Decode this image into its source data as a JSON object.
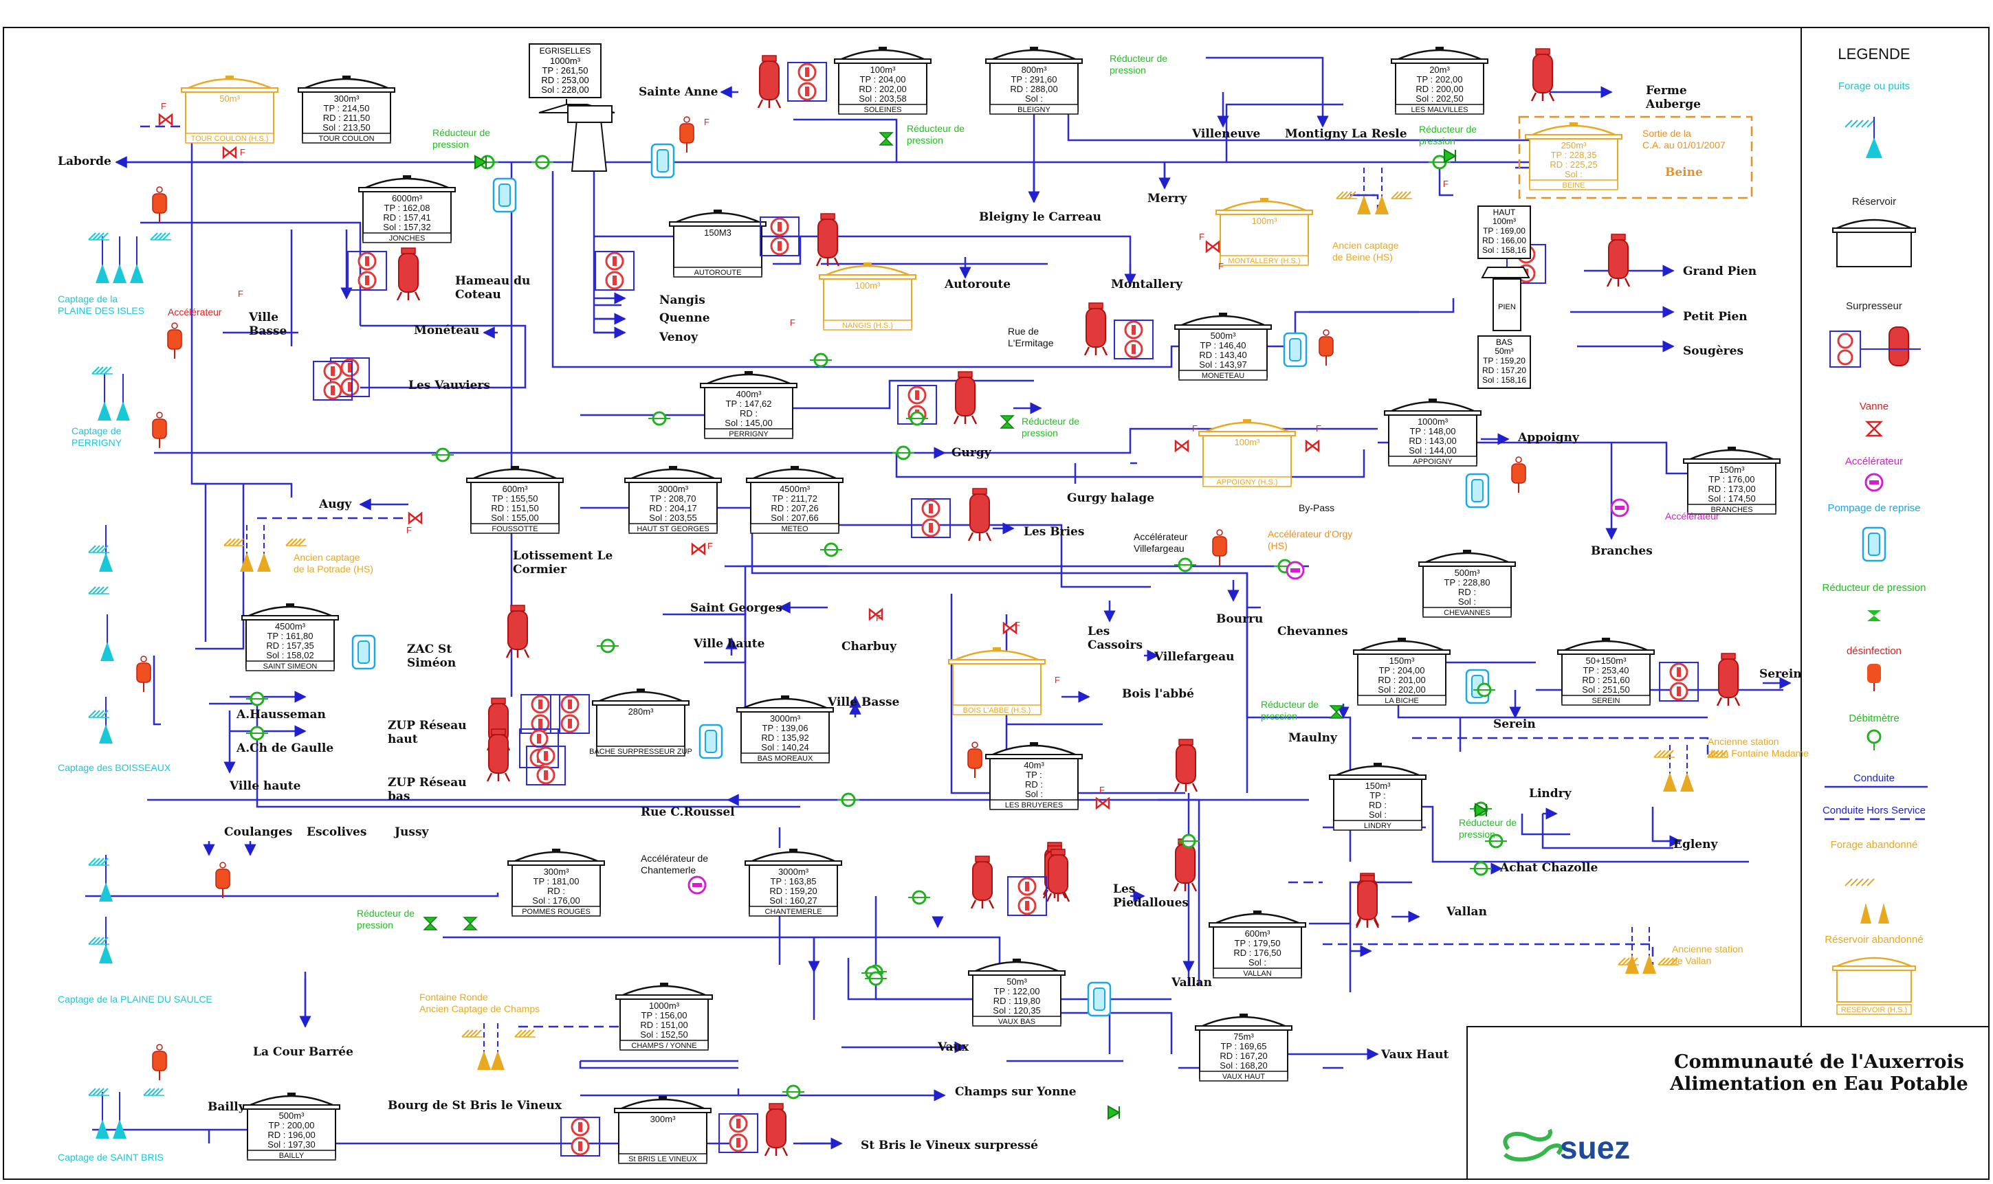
{
  "legend": {
    "title": "LEGENDE",
    "items": [
      {
        "label": "Forage ou puits",
        "color": "#19c8d8",
        "icon": "forage-icon"
      },
      {
        "label": "Réservoir",
        "color": "#222222",
        "icon": "reservoir-icon"
      },
      {
        "label": "Surpresseur",
        "color": "#222222",
        "icon": "pump-icon"
      },
      {
        "label": "Vanne",
        "color": "#e02020",
        "icon": "valve-icon"
      },
      {
        "label": "Accélérateur",
        "color": "#d020d0",
        "icon": "accelerator-icon"
      },
      {
        "label": "Pompage de reprise",
        "color": "#19a8e8",
        "icon": "reprise-pump-icon"
      },
      {
        "label": "Réducteur de pression",
        "color": "#20c020",
        "icon": "reducer-icon"
      },
      {
        "label": "désinfection",
        "color": "#e02020",
        "icon": "disinfection-icon"
      },
      {
        "label": "Débitmètre",
        "color": "#20c020",
        "icon": "flowmeter-icon"
      },
      {
        "label": "Conduite",
        "color": "#2020d0",
        "icon": "pipe-icon"
      },
      {
        "label": "Conduite Hors Service",
        "color": "#2020d0",
        "icon": "dashed-pipe-icon"
      },
      {
        "label": "Forage abandonné",
        "color": "#e8a820",
        "icon": "abandoned-well-icon"
      },
      {
        "label": "Réservoir abandonné",
        "color": "#e8a820",
        "icon": "abandoned-reservoir-icon"
      }
    ],
    "reservoir_hs_label": "RESERVOIR (H.S.)"
  },
  "title_block": {
    "line1": "Communauté de l'Auxerrois",
    "line2": "Alimentation en Eau Potable",
    "logo_text": "suez"
  },
  "reservoirs": [
    {
      "id": "tour-coulon-hs",
      "name": "TOUR COULON (H.S.)",
      "cap": "50m³",
      "lines": [],
      "abandoned": true
    },
    {
      "id": "tour-coulon",
      "name": "TOUR COULON",
      "cap": "300m³",
      "lines": [
        "TP : 214,50",
        "RD : 211,50",
        "Sol : 213,50"
      ]
    },
    {
      "id": "jonches",
      "name": "JONCHES",
      "cap": "6000m³",
      "lines": [
        "TP : 162,08",
        "RD : 157,41",
        "Sol : 157,32"
      ]
    },
    {
      "id": "soleines",
      "name": "SOLEINES",
      "cap": "100m³",
      "lines": [
        "TP : 204,00",
        "RD : 202,00",
        "Sol : 203,58"
      ]
    },
    {
      "id": "bleigny",
      "name": "BLEIGNY",
      "cap": "800m³",
      "lines": [
        "TP : 291,60",
        "RD : 288,00",
        "Sol :"
      ]
    },
    {
      "id": "malvilles",
      "name": "LES MALVILLES",
      "cap": "20m³",
      "lines": [
        "TP : 202,00",
        "RD : 200,00",
        "Sol : 202,50"
      ]
    },
    {
      "id": "beine",
      "name": "BEINE",
      "cap": "250m³",
      "lines": [
        "TP : 228,35",
        "RD : 225,25",
        "Sol :"
      ],
      "abandoned": true
    },
    {
      "id": "autoroute",
      "name": "AUTOROUTE",
      "cap": "150M3",
      "lines": []
    },
    {
      "id": "nangis",
      "name": "NANGIS (H.S.)",
      "cap": "100m³",
      "lines": [],
      "abandoned": true
    },
    {
      "id": "montallery",
      "name": "MONTALLERY (H.S.)",
      "cap": "100m³",
      "lines": [],
      "abandoned": true
    },
    {
      "id": "moneteau",
      "name": "MONETEAU",
      "cap": "500m³",
      "lines": [
        "TP : 146,40",
        "RD : 143,40",
        "Sol : 143,97"
      ]
    },
    {
      "id": "perrigny",
      "name": "PERRIGNY",
      "cap": "400m³",
      "lines": [
        "TP : 147,62",
        "RD :",
        "Sol : 145,00"
      ]
    },
    {
      "id": "appoigny-hs",
      "name": "APPOIGNY (H.S.)",
      "cap": "100m³",
      "lines": [],
      "abandoned": true
    },
    {
      "id": "appoigny",
      "name": "APPOIGNY",
      "cap": "1000m³",
      "lines": [
        "TP : 148,00",
        "RD : 143,00",
        "Sol : 144,00"
      ]
    },
    {
      "id": "branches",
      "name": "BRANCHES",
      "cap": "150m³",
      "lines": [
        "TP : 176,00",
        "RD : 173,00",
        "Sol : 174,50"
      ]
    },
    {
      "id": "foussotte",
      "name": "FOUSSOTTE",
      "cap": "600m³",
      "lines": [
        "TP : 155,50",
        "RD : 151,50",
        "Sol : 155,00"
      ]
    },
    {
      "id": "haut-st-georges",
      "name": "HAUT ST GEORGES",
      "cap": "3000m³",
      "lines": [
        "TP : 208,70",
        "RD : 204,17",
        "Sol : 203,55"
      ]
    },
    {
      "id": "meteo",
      "name": "METEO",
      "cap": "4500m³",
      "lines": [
        "TP : 211,72",
        "RD : 207,26",
        "Sol : 207,66"
      ]
    },
    {
      "id": "chevannes",
      "name": "CHEVANNES",
      "cap": "500m³",
      "lines": [
        "TP : 228,80",
        "RD :",
        "Sol :"
      ]
    },
    {
      "id": "saint-simeon",
      "name": "SAINT SIMEON",
      "cap": "4500m³",
      "lines": [
        "TP : 161,80",
        "RD : 157,35",
        "Sol : 158,02"
      ]
    },
    {
      "id": "la-biche",
      "name": "LA BICHE",
      "cap": "150m³",
      "lines": [
        "TP : 204,00",
        "RD : 201,00",
        "Sol : 202,00"
      ]
    },
    {
      "id": "serein",
      "name": "SEREIN",
      "cap": "50+150m³",
      "lines": [
        "TP : 253,40",
        "RD : 251,60",
        "Sol : 251,50"
      ]
    },
    {
      "id": "bois-abbe",
      "name": "BOIS L'ABBE (H.S.)",
      "cap": "",
      "lines": [],
      "abandoned": true
    },
    {
      "id": "bas-moreaux",
      "name": "BAS MOREAUX",
      "cap": "3000m³",
      "lines": [
        "TP : 139,06",
        "RD : 135,92",
        "Sol : 140,24"
      ]
    },
    {
      "id": "bache",
      "name": "BACHE SURPRESSEUR ZUP",
      "cap": "280m³",
      "lines": []
    },
    {
      "id": "bruyeres",
      "name": "LES BRUYERES",
      "cap": "40m³",
      "lines": [
        "TP :",
        "RD :",
        "Sol :"
      ]
    },
    {
      "id": "lindry",
      "name": "LINDRY",
      "cap": "150m³",
      "lines": [
        "TP :",
        "RD :",
        "Sol :"
      ]
    },
    {
      "id": "pommes-rouges",
      "name": "POMMES ROUGES",
      "cap": "300m³",
      "lines": [
        "TP : 181,00",
        "RD :",
        "Sol : 176,00"
      ]
    },
    {
      "id": "chantemerle",
      "name": "CHANTEMERLE",
      "cap": "3000m³",
      "lines": [
        "TP : 163,85",
        "RD : 159,20",
        "Sol : 160,27"
      ]
    },
    {
      "id": "vallan",
      "name": "VALLAN",
      "cap": "600m³",
      "lines": [
        "TP : 179,50",
        "RD : 176,50",
        "Sol :"
      ]
    },
    {
      "id": "champs-yonne",
      "name": "CHAMPS / YONNE",
      "cap": "1000m³",
      "lines": [
        "TP : 156,00",
        "RD : 151,00",
        "Sol : 152,50"
      ]
    },
    {
      "id": "vaux-bas",
      "name": "VAUX BAS",
      "cap": "50m³",
      "lines": [
        "TP : 122,00",
        "RD : 119,80",
        "Sol : 120,35"
      ]
    },
    {
      "id": "vaux-haut",
      "name": "VAUX HAUT",
      "cap": "75m³",
      "lines": [
        "TP : 169,65",
        "RD : 167,20",
        "Sol : 168,20"
      ]
    },
    {
      "id": "bailly",
      "name": "BAILLY",
      "cap": "500m³",
      "lines": [
        "TP : 200,00",
        "RD : 196,00",
        "Sol : 197,30"
      ]
    },
    {
      "id": "st-bris",
      "name": "St BRIS LE VINEUX",
      "cap": "300m³",
      "lines": []
    }
  ],
  "towers": {
    "egriselles": {
      "lines": [
        "EGRISELLES",
        "1000m³",
        "TP : 261,50",
        "RD : 253,00",
        "Sol : 228,00"
      ]
    },
    "pien": {
      "top": [
        "HAUT",
        "100m³",
        "TP : 169,00",
        "RD : 166,00",
        "Sol : 158,16"
      ],
      "label": "PIEN",
      "bottom": [
        "BAS",
        "50m³",
        "TP : 159,20",
        "RD : 157,20",
        "Sol : 158,16"
      ]
    }
  },
  "places": [
    {
      "id": "laborde",
      "text": "Laborde"
    },
    {
      "id": "sainte-anne",
      "text": "Sainte Anne"
    },
    {
      "id": "ferme-auberge",
      "text": "Ferme Auberge"
    },
    {
      "id": "villeneuve",
      "text": "Villeneuve"
    },
    {
      "id": "montigny",
      "text": "Montigny La Resle"
    },
    {
      "id": "bleigny-carreau",
      "text": "Bleigny le Carreau"
    },
    {
      "id": "merry",
      "text": "Merry"
    },
    {
      "id": "beine-place",
      "text": "Beine"
    },
    {
      "id": "hameau-coteau",
      "text": "Hameau du Coteau"
    },
    {
      "id": "ville-basse-1",
      "text": "Ville Basse"
    },
    {
      "id": "nangis-place",
      "text": "Nangis"
    },
    {
      "id": "quenne",
      "text": "Quenne"
    },
    {
      "id": "venoy",
      "text": "Venoy"
    },
    {
      "id": "autoroute-place",
      "text": "Autoroute"
    },
    {
      "id": "montallery-place",
      "text": "Montallery"
    },
    {
      "id": "grand-pien",
      "text": "Grand Pien"
    },
    {
      "id": "petit-pien",
      "text": "Petit Pien"
    },
    {
      "id": "sougeres",
      "text": "Sougères"
    },
    {
      "id": "moneteau-place",
      "text": "Monéteau"
    },
    {
      "id": "vauviers",
      "text": "Les Vauviers"
    },
    {
      "id": "gurgy",
      "text": "Gurgy"
    },
    {
      "id": "gurgy-halage",
      "text": "Gurgy halage"
    },
    {
      "id": "appoigny-place",
      "text": "Appoigny"
    },
    {
      "id": "branches-place",
      "text": "Branches"
    },
    {
      "id": "augy",
      "text": "Augy"
    },
    {
      "id": "les-bries",
      "text": "Les Bries"
    },
    {
      "id": "lotissement",
      "text": "Lotissement Le Cormier"
    },
    {
      "id": "saint-georges",
      "text": "Saint Georges"
    },
    {
      "id": "charbuy",
      "text": "Charbuy"
    },
    {
      "id": "bourru",
      "text": "Bourru"
    },
    {
      "id": "chevannes-place",
      "text": "Chevannes"
    },
    {
      "id": "les-cassoirs",
      "text": "Les Cassoirs"
    },
    {
      "id": "villefargeau",
      "text": "Villefargeau"
    },
    {
      "id": "ville-haute-1",
      "text": "Ville haute"
    },
    {
      "id": "zac-st-simeon",
      "text": "ZAC St Siméon"
    },
    {
      "id": "hausseman",
      "text": "A.Hausseman"
    },
    {
      "id": "ch-gaulle",
      "text": "A.Ch de Gaulle"
    },
    {
      "id": "ville-haute-2",
      "text": "Ville haute"
    },
    {
      "id": "ville-basse-2",
      "text": "Ville Basse"
    },
    {
      "id": "bois-abbe-place",
      "text": "Bois l'abbé"
    },
    {
      "id": "serein-place",
      "text": "Serein"
    },
    {
      "id": "serein-out",
      "text": "Serein"
    },
    {
      "id": "maulny",
      "text": "Maulny"
    },
    {
      "id": "zup-haut",
      "text": "ZUP Réseau haut"
    },
    {
      "id": "zup-bas",
      "text": "ZUP Réseau bas"
    },
    {
      "id": "rue-roussel",
      "text": "Rue C.Roussel"
    },
    {
      "id": "lindry-place",
      "text": "Lindry"
    },
    {
      "id": "egleny",
      "text": "Egleny"
    },
    {
      "id": "achat-chazolle",
      "text": "Achat Chazolle"
    },
    {
      "id": "coulanges",
      "text": "Coulanges"
    },
    {
      "id": "escolives",
      "text": "Escolives"
    },
    {
      "id": "jussy",
      "text": "Jussy"
    },
    {
      "id": "piedalloues",
      "text": "Les Piedalloues"
    },
    {
      "id": "vallan-place",
      "text": "Vallan"
    },
    {
      "id": "vallan-2",
      "text": "Vallan"
    },
    {
      "id": "la-cour-barree",
      "text": "La Cour Barrée"
    },
    {
      "id": "vaux",
      "text": "Vaux"
    },
    {
      "id": "vaux-haut-place",
      "text": "Vaux Haut"
    },
    {
      "id": "champs-place",
      "text": "Champs sur Yonne"
    },
    {
      "id": "bourg-st-bris",
      "text": "Bourg de St Bris le Vineux"
    },
    {
      "id": "bailly-place",
      "text": "Bailly"
    },
    {
      "id": "st-bris-surpresse",
      "text": "St Bris le Vineux surpressé"
    }
  ],
  "annotations": [
    {
      "id": "reducteur-1",
      "text": "Réducteur de pression"
    },
    {
      "id": "reducteur-2",
      "text": "Réducteur de pression"
    },
    {
      "id": "reducteur-3",
      "text": "Réducteur de pression"
    },
    {
      "id": "reducteur-4",
      "text": "Réducteur de pression"
    },
    {
      "id": "reducteur-5",
      "text": "Réducteur de pression"
    },
    {
      "id": "reducteur-6",
      "text": "Réducteur de pression"
    },
    {
      "id": "reducteur-7",
      "text": "Réducteur de pression"
    },
    {
      "id": "reducteur-8",
      "text": "Réducteur de pression"
    },
    {
      "id": "captage-isles",
      "text": "Captage de la PLAINE DES ISLES"
    },
    {
      "id": "captage-perrigny",
      "text": "Captage de PERRIGNY"
    },
    {
      "id": "captage-boisseaux",
      "text": "Captage des BOISSEAUX"
    },
    {
      "id": "captage-saulce",
      "text": "Captage de la PLAINE DU SAULCE"
    },
    {
      "id": "captage-st-bris",
      "text": "Captage de SAINT BRIS"
    },
    {
      "id": "ancien-beine",
      "text": "Ancien captage de Beine (HS)"
    },
    {
      "id": "ancien-potrade",
      "text": "Ancien captage de la Potrade (HS)"
    },
    {
      "id": "fontaine-ronde",
      "text": "Fontaine Ronde Ancien Captage de Champs"
    },
    {
      "id": "station-madame",
      "text": "Ancienne station de la Fontaine Madame"
    },
    {
      "id": "station-vallan",
      "text": "Ancienne station de Vallan"
    },
    {
      "id": "sortie-ca",
      "text": "Sortie de la C.A. au 01/01/2007"
    },
    {
      "id": "accelerateur-1",
      "text": "Accélérateur"
    },
    {
      "id": "accelerateur-branches",
      "text": "Accélérateur"
    },
    {
      "id": "acc-villefargeau",
      "text": "Accélérateur Villefargeau"
    },
    {
      "id": "acc-orgy",
      "text": "Accélérateur d'Orgy (HS)"
    },
    {
      "id": "acc-chantemerle",
      "text": "Accélérateur de Chantemerle"
    },
    {
      "id": "rue-ermitage",
      "text": "Rue de L'Ermitage"
    },
    {
      "id": "by-pass",
      "text": "By-Pass"
    },
    {
      "id": "vanne-f",
      "text": "F"
    }
  ]
}
